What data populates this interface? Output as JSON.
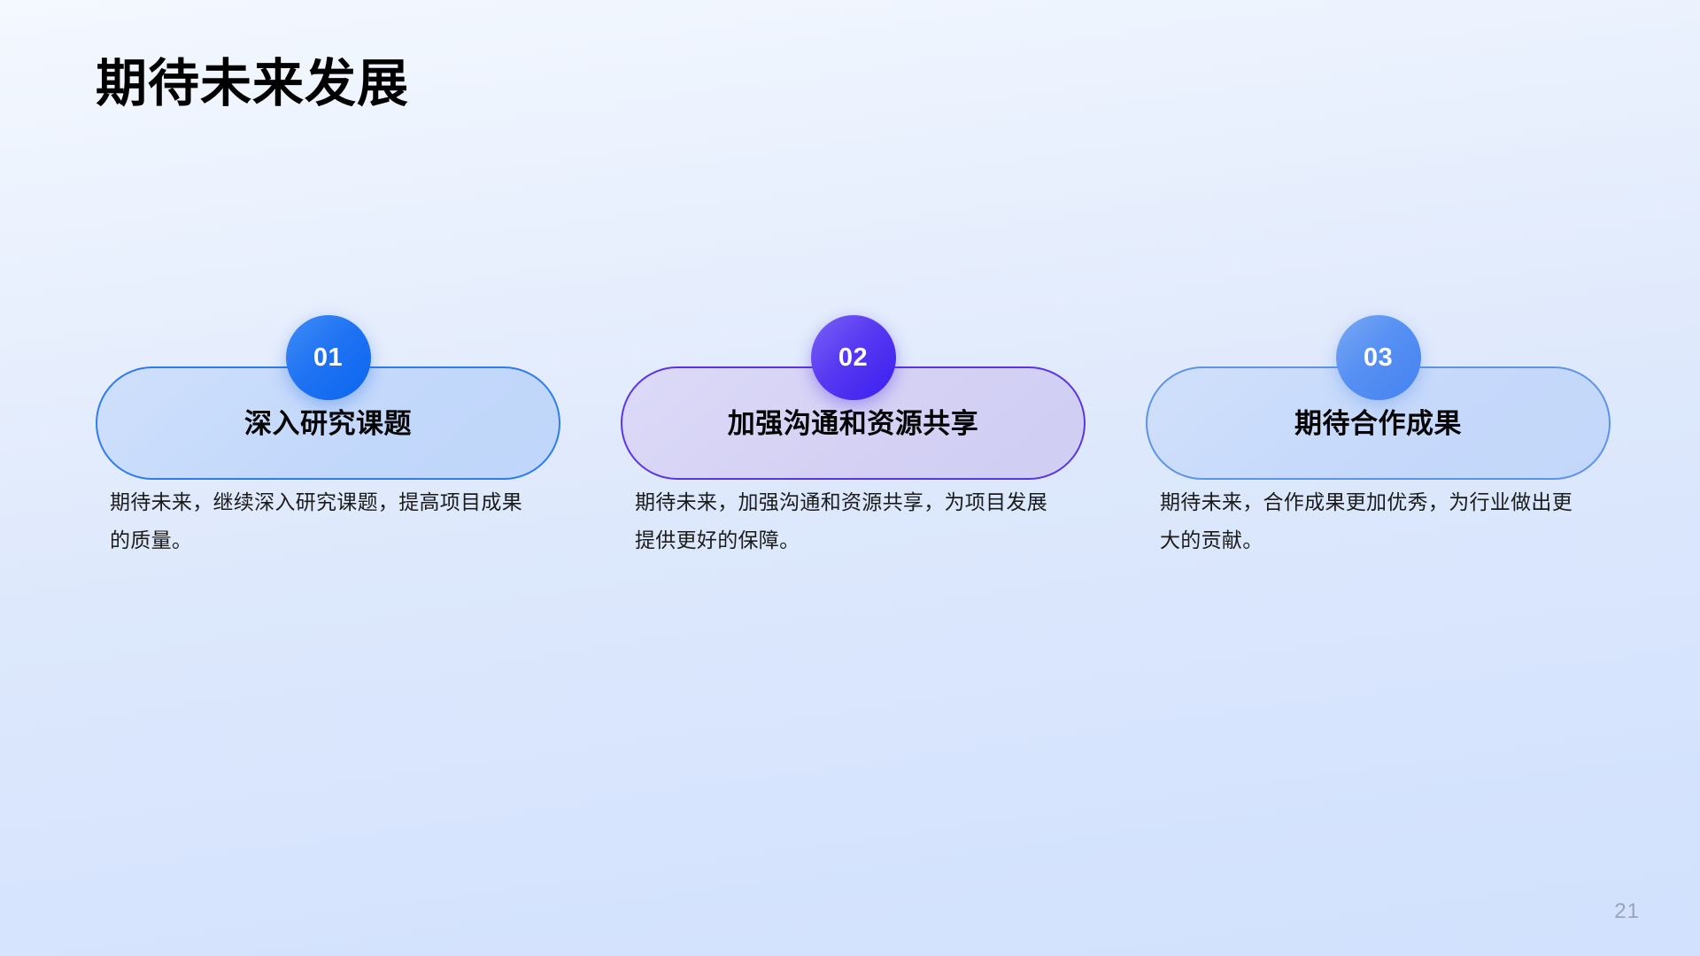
{
  "slide": {
    "title": "期待未来发展",
    "page_number": "21"
  },
  "theme": {
    "background_top": "#f4f8ff",
    "background_bottom": "#d2e1fd",
    "title_color": "#000000",
    "body_color": "#1b1b1b",
    "page_number_color": "#9aa4b4"
  },
  "cards": [
    {
      "badge": "01",
      "title": "深入研究课题",
      "body": "期待未来，继续深入研究课题，提高项目成果的质量。",
      "accent": "#0a66f0",
      "border_color": "#2f7bf0",
      "fill_color": "#c6daf9"
    },
    {
      "badge": "02",
      "title": "加强沟通和资源共享",
      "body": "期待未来，加强沟通和资源共享，为项目发展提供更好的保障。",
      "accent": "#3a1ef0",
      "border_color": "#5b34e8",
      "fill_color": "#d4d1f4"
    },
    {
      "badge": "03",
      "title": "期待合作成果",
      "body": "期待未来，合作成果更加优秀，为行业做出更大的贡献。",
      "accent": "#4582f1",
      "border_color": "#5e93e8",
      "fill_color": "#c8dbfa"
    }
  ]
}
